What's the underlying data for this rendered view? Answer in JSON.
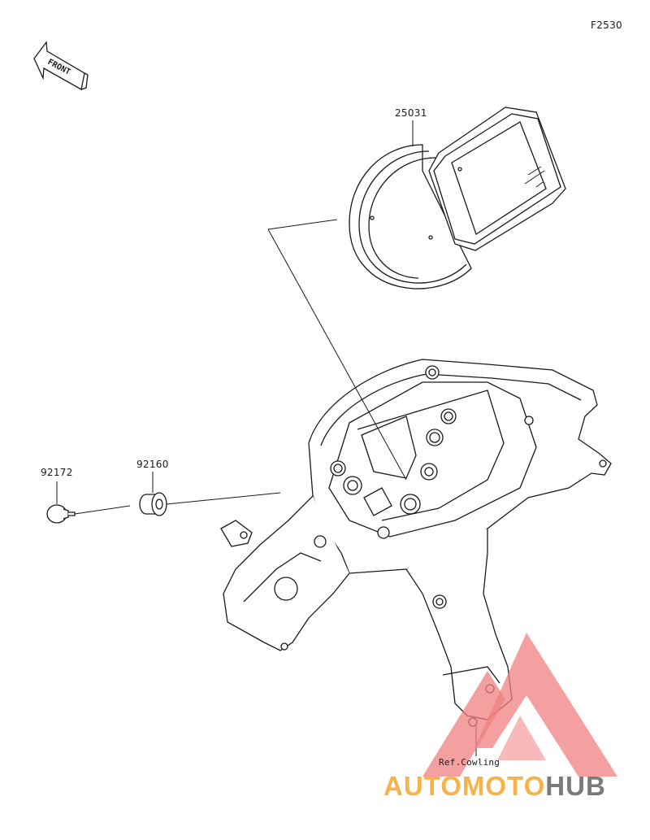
{
  "diagram": {
    "figure_code": "F2530",
    "front_label": "FRONT",
    "parts": [
      {
        "number": "25031"
      },
      {
        "number": "92160"
      },
      {
        "number": "92172"
      }
    ],
    "reference_label": "Ref.Cowling"
  },
  "watermark": {
    "part1": "AUTOMOTO",
    "part2": "HUB",
    "colors": {
      "triangle": "#f08080",
      "part1": "#f7b34a",
      "part2": "#7a7a7a"
    }
  }
}
